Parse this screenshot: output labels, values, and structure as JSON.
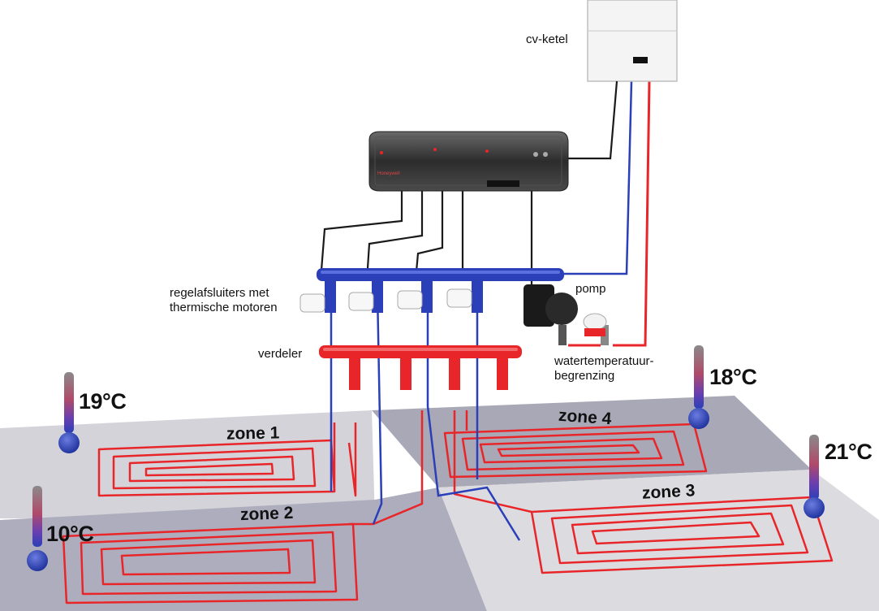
{
  "labels": {
    "boiler": "cv-ketel",
    "valves": "regelafsluiters met thermische motoren",
    "pump": "pomp",
    "distributor": "verdeler",
    "limiter": "watertemperatuur-begrenzing"
  },
  "zones": [
    {
      "name": "zone 1",
      "temperature": "19°C"
    },
    {
      "name": "zone 2",
      "temperature": "10°C"
    },
    {
      "name": "zone 3",
      "temperature": "21°C"
    },
    {
      "name": "zone 4",
      "temperature": "18°C"
    }
  ],
  "controller": {
    "brand": "Honeywell"
  },
  "colors": {
    "supply": "#e8262a",
    "return": "#2a3fb8",
    "wire": "#1a1a1a",
    "floor_light": "#d9d9de",
    "floor_dark": "#b9b8c8"
  }
}
